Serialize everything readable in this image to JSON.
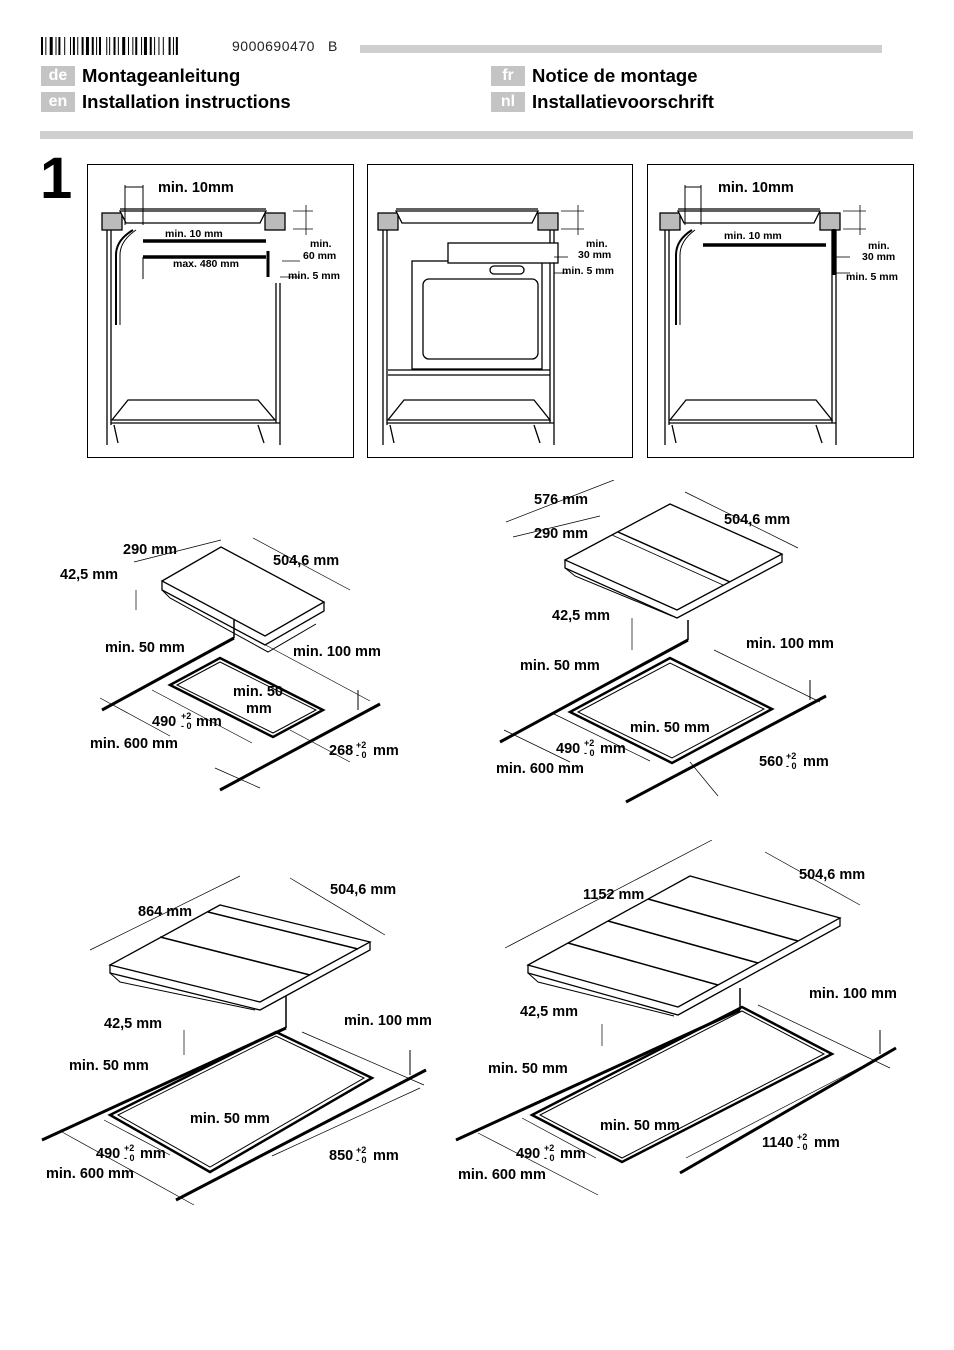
{
  "header": {
    "doc_number": "9000690470",
    "revision": "B",
    "languages": [
      {
        "code": "de",
        "title": "Montageanleitung"
      },
      {
        "code": "en",
        "title": "Installation instructions"
      },
      {
        "code": "fr",
        "title": "Notice de montage"
      },
      {
        "code": "nl",
        "title": "Installatievoorschrift"
      }
    ]
  },
  "step": "1",
  "cabinets": {
    "left": {
      "top": "min. 10mm",
      "inner": "min. 10 mm",
      "max_depth": "max. 480 mm",
      "side_a": "min.",
      "side_b": "60 mm",
      "side_c": "min. 5 mm"
    },
    "middle": {
      "side_a": "min.",
      "side_b": "30 mm",
      "side_c": "min. 5 mm"
    },
    "right": {
      "top": "min. 10mm",
      "inner": "min. 10 mm",
      "side_a": "min.",
      "side_b": "30 mm",
      "side_c": "min. 5 mm"
    }
  },
  "hobs": {
    "one": {
      "width": "290 mm",
      "depth": "504,6 mm",
      "thick": "42,5 mm",
      "min_front": "min. 50 mm",
      "min_back": "min. 100 mm",
      "min_side_a": "min. 50",
      "min_side_b": "mm",
      "cut_depth": "490",
      "cut_width": "268",
      "worktop": "min. 600 mm"
    },
    "two": {
      "overall": "576 mm",
      "width": "290 mm",
      "depth": "504,6 mm",
      "thick": "42,5 mm",
      "min_front": "min. 50 mm",
      "min_back": "min. 100 mm",
      "min_side": "min. 50 mm",
      "cut_depth": "490",
      "cut_width": "560",
      "worktop": "min. 600 mm"
    },
    "three": {
      "width": "864 mm",
      "depth": "504,6 mm",
      "thick": "42,5 mm",
      "min_front": "min. 50 mm",
      "min_back": "min. 100 mm",
      "min_side": "min. 50 mm",
      "cut_depth": "490",
      "cut_width": "850",
      "worktop": "min. 600 mm"
    },
    "four": {
      "width": "1152 mm",
      "depth": "504,6 mm",
      "thick": "42,5 mm",
      "min_front": "min. 50 mm",
      "min_back": "min. 100 mm",
      "min_side": "min. 50 mm",
      "cut_depth": "490",
      "cut_width": "1140",
      "worktop": "min. 600 mm"
    }
  },
  "tolerance": {
    "plus": "+2",
    "minus": "- 0",
    "unit": "mm"
  }
}
